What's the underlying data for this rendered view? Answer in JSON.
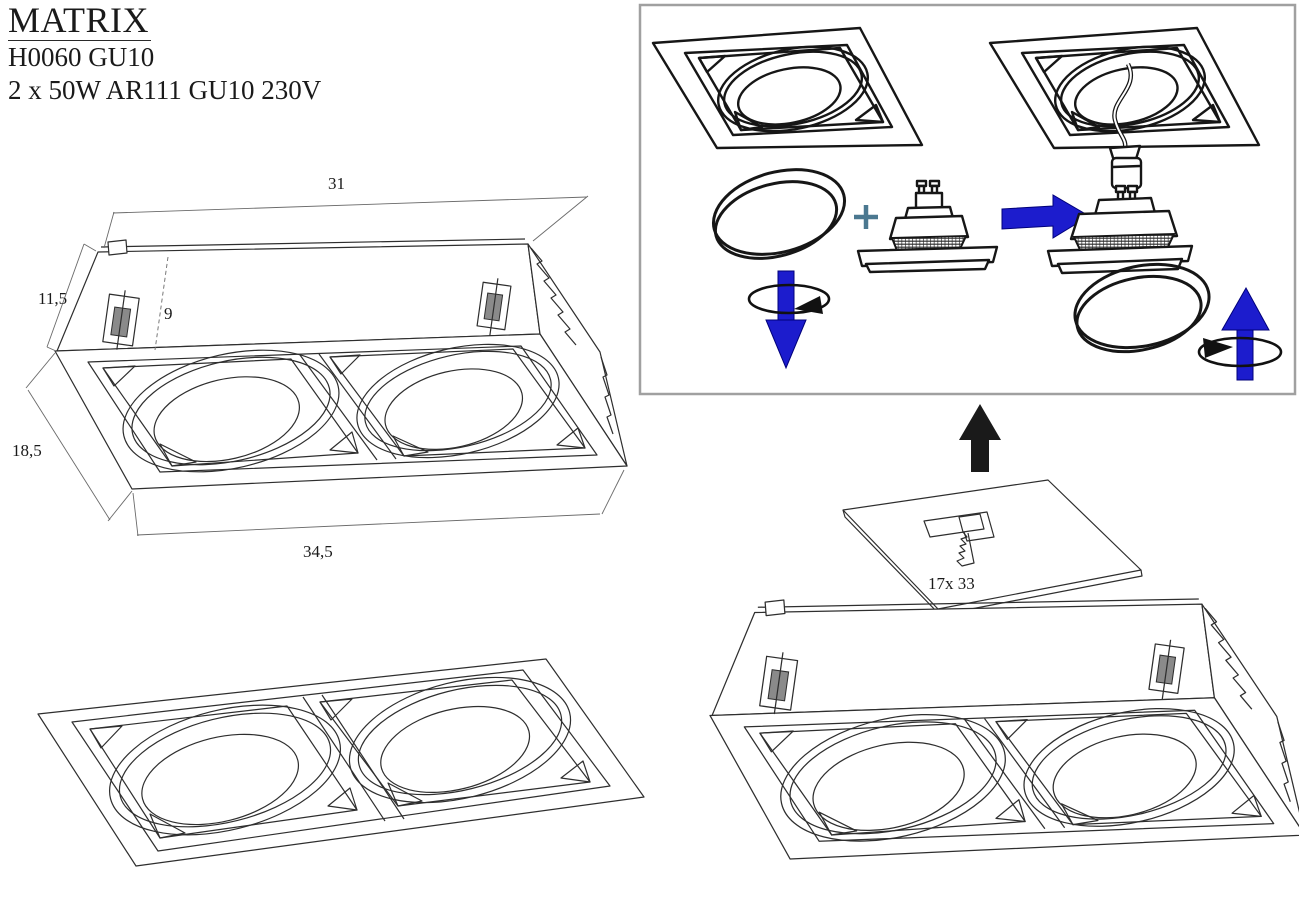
{
  "title_block": {
    "product_name": "MATRIX",
    "model": "H0060 GU10",
    "spec": "2 x 50W AR111 GU10 230V"
  },
  "dimensioned_drawing": {
    "top_width": "31",
    "housing_height": "11,5",
    "recess_depth": "9",
    "side_depth": "18,5",
    "bottom_width": "34,5"
  },
  "installation": {
    "cutout_size_label": "17x 33",
    "plus_sign": "+"
  },
  "icons": {
    "assemble_arrow": "blue-right-arrow",
    "insert_rotate": "blue-down-arrow-with-rotation-ellipse",
    "remove_rotate": "blue-up-arrow-with-rotation-ellipse",
    "install_up": "black-up-arrow",
    "cut_tool": "keyhole-saw",
    "fixture_clip": "spring-clip"
  },
  "colors": {
    "background": "#ffffff",
    "line_dark": "#2e2e2e",
    "arrow_blue": "#1c1ccd",
    "plus_teal": "#4b7890",
    "clip_gray": "#8a8a8a",
    "box_border": "#a0a0a0"
  }
}
